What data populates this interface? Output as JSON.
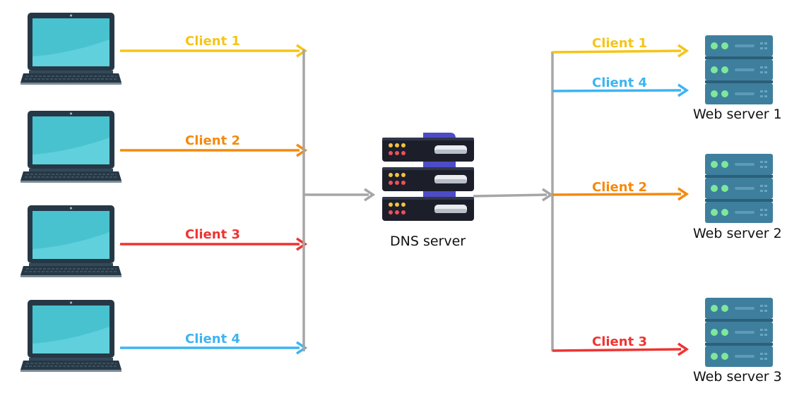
{
  "clients": [
    {
      "label": "Client 1",
      "color": "#f5c518"
    },
    {
      "label": "Client 2",
      "color": "#f58a0c"
    },
    {
      "label": "Client 3",
      "color": "#ee3432"
    },
    {
      "label": "Client 4",
      "color": "#3db4f2"
    }
  ],
  "dns": {
    "label": "DNS server"
  },
  "web_servers": [
    {
      "label": "Web server 1"
    },
    {
      "label": "Web server 2"
    },
    {
      "label": "Web server 3"
    }
  ],
  "routes": [
    {
      "label": "Client 1",
      "color": "#f5c518",
      "server": 1
    },
    {
      "label": "Client 4",
      "color": "#3db4f2",
      "server": 1
    },
    {
      "label": "Client 2",
      "color": "#f58a0c",
      "server": 2
    },
    {
      "label": "Client 3",
      "color": "#ee3432",
      "server": 3
    }
  ],
  "colors": {
    "bus": "#a6a6a6",
    "laptop_body": "#263845",
    "laptop_screen": "#49c2d0",
    "server_rack": "#3e7f9e",
    "server_led": "#7ee79a",
    "dns_body": "#1c1f2a",
    "dns_back": "#4d4cc6"
  },
  "icons": [
    "laptop-icon",
    "dns-server-icon",
    "web-server-icon"
  ]
}
